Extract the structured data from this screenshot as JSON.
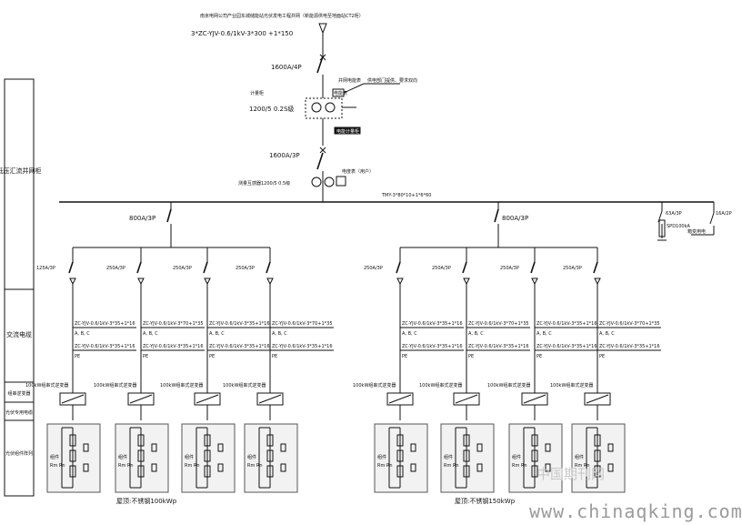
{
  "top_title": "南京电网公司产业园东城储能站光伏发电工程并网（新能源供电至地面站CT2柜）",
  "top_cable": "3*ZC-YJV-0.6/1kV-3*300 +1*150",
  "main_breaker": "1600A/4P",
  "meter_title": "计量柜",
  "meter_ct": "1200/5  0.2S级",
  "meter_label_1": "并网电能表",
  "meter_label_2": "供电部门提供、要求双向",
  "meter_box_tag": "电能表",
  "meter_rect_tag": "电能计量柜",
  "isolator": "1600A/3P",
  "ct2": "测量互感器1200/5  0.5级",
  "meter2": "电度表（用户）",
  "busbar_spec": "TMY-3*80*10+1*6*60",
  "feeder_left": "800A/3P",
  "feeder_right": "800A/3P",
  "spd_breaker": "63A/3P",
  "spd": "SPD100kA",
  "aux_breaker": "16A/2P",
  "aux_label": "箱变用电",
  "left_sections": {
    "grid": "低压汇流并网柜",
    "cable": "交流电缆",
    "inverter": "组串逆变器",
    "dc_cable": "光伏专用电缆",
    "pv_array": "光伏组件阵列"
  },
  "branches_left": [
    "125A/3P",
    "250A/3P",
    "250A/3P",
    "250A/3P"
  ],
  "branches_right": [
    "250A/3P",
    "250A/3P",
    "250A/3P",
    "250A/3P"
  ],
  "cable_label_a": "ZC-YJV-0.6/1kV-3*35+1*16",
  "cable_label_b": "ZC-YJV-0.6/1kV-3*70+1*35",
  "phase_label": "A, B, C",
  "pe_label": "PE",
  "inverter_label": "100kW组串式逆变器",
  "pv_string_label": "Rm  Rn",
  "pv_module_label": "组件",
  "pv_group_left": "屋顶:不锈钢100kWp",
  "pv_group_right": "屋顶:不锈钢150kWp",
  "watermark_cn": "中国期刊网",
  "watermark_url": "www.chinaqking.com"
}
